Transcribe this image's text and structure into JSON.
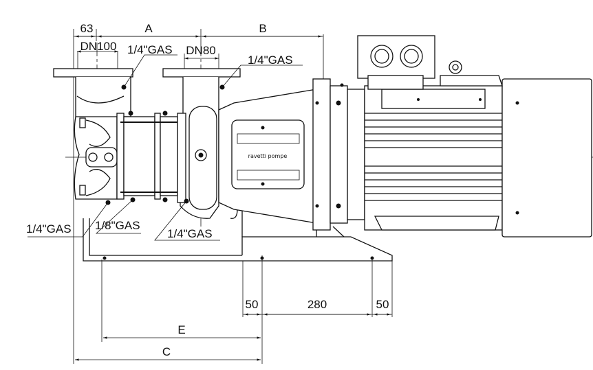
{
  "drawing": {
    "brand": "ravetti pompe",
    "dimensions": {
      "d63": "63",
      "A": "A",
      "B": "B",
      "C": "C",
      "E": "E",
      "b50_left": "50",
      "b280": "280",
      "b50_right": "50"
    },
    "flanges": {
      "suction": "DN100",
      "discharge": "DN80"
    },
    "ports": {
      "gas_suction_top": "1/4\"GAS",
      "gas_discharge_top": "1/4\"GAS",
      "gas_bottom_left": "1/4\"GAS",
      "gas_bottom_mid": "1/8\"GAS",
      "gas_bottom_right": "1/4\"GAS"
    }
  }
}
